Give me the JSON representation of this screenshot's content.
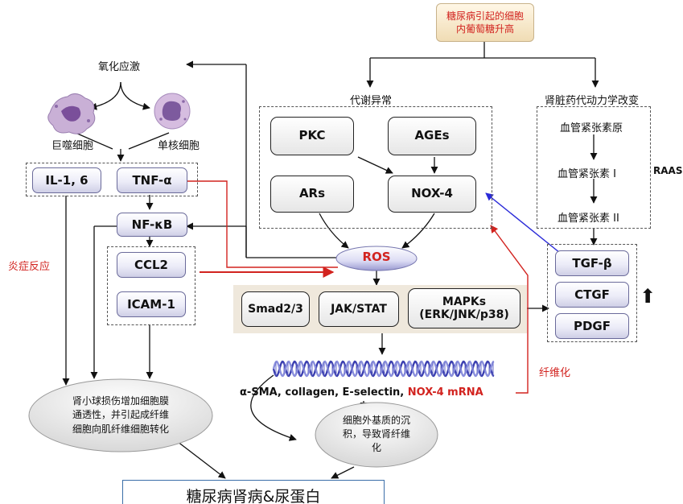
{
  "trigger": "糖尿病引起的细胞\n内葡萄糖升高",
  "branch_metabolic": "代谢异常",
  "branch_hemodynamic": "肾脏药代动力学改变",
  "oxidative_stress": "氧化应激",
  "macrophage": "巨噬细胞",
  "monocyte": "单核细胞",
  "cytokines": {
    "il": "IL-1, 6",
    "tnf": "TNF-α"
  },
  "nfkb": "NF-κB",
  "ccl2": "CCL2",
  "icam1": "ICAM-1",
  "inflammation": "炎症反应",
  "metabolic_nodes": {
    "pkc": "PKC",
    "ages": "AGEs",
    "ars": "ARs",
    "nox4": "NOX-4"
  },
  "ros": "ROS",
  "signaling": {
    "smad": "Smad2/3",
    "jak": "JAK/STAT",
    "mapks": "MAPKs\n(ERK/JNK/p38)"
  },
  "raas": {
    "angiotensinogen": "血管紧张素原",
    "ang1": "血管紧张素 I",
    "ang2": "血管紧张素 II",
    "label": "RAAS"
  },
  "growth_factors": {
    "tgf": "TGF-β",
    "ctgf": "CTGF",
    "pdgf": "PDGF"
  },
  "up_arrow": "⬆",
  "fibrosis": "纤维化",
  "gene_products": {
    "black": "α-SMA, collagen, E-selectin, ",
    "red": "NOX-4 mRNA"
  },
  "glomerular_ellipse": "肾小球损伤增加细胞膜\n通透性，并引起成纤维\n细胞向肌纤维细胞转化",
  "ecm_ellipse": "细胞外基质的沉\n积，导致肾纤维\n化",
  "outcome": "糖尿病肾病&尿蛋白",
  "colors": {
    "red": "#d2231f",
    "blue": "#2a2ad8",
    "signal_bg": "#efe8dc",
    "trigger_bg": "#f6e7c9"
  }
}
